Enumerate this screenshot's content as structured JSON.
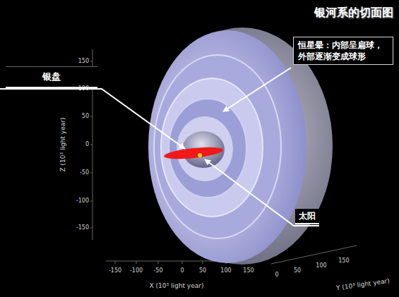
{
  "diagram": {
    "title": "银河系的切面图",
    "nodes": [
      {
        "text": [
          "恒星晕：内部呈扁球， 外部逐渐变成球形"
        ]
      },
      {
        "text": [
          "银盘"
        ]
      },
      {
        "text": [
          "太阳"
        ]
      }
    ],
    "labels": [
      "150",
      "100",
      "50",
      "0",
      "-50",
      "-100",
      "-150",
      "Z (10³ light year)",
      "-150",
      "-100",
      "-50",
      "0",
      "50",
      "100",
      "150",
      "X (10³ light year)",
      "0",
      "50",
      "100",
      "150",
      "Y (10³ light year)"
    ]
  }
}
